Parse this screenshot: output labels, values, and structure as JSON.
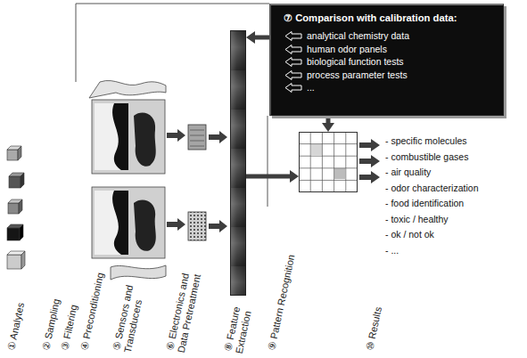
{
  "diagram": {
    "nodes": [
      {
        "text": [
          "⑦ Comparison with calibration data:",
          "analytical chemistry data",
          "human odor panels",
          "biological function tests",
          "process parameter tests",
          "..."
        ]
      },
      {
        "text": [
          "⑧ Feature Extraction"
        ]
      },
      {
        "text": [
          "⑨ Pattern Recognition"
        ]
      }
    ],
    "edges": [
      {
        "from": 0,
        "to": 1,
        "arrow": "to"
      },
      {
        "from": 0,
        "to": 2,
        "arrow": "to"
      },
      {
        "from": 1,
        "to": 2,
        "arrow": "to"
      }
    ],
    "labels": [
      "① Analytes",
      "② Sampling",
      "③ Filtering",
      "④ Preconditioning",
      "⑤ Sensors and Transducers",
      "⑥ Electronics and Data Pretreatment",
      "⑩ Results",
      "- specific molecules",
      "- combustible gases",
      "- air quality",
      "- odor characterization",
      "- food identification",
      "- toxic / healthy",
      "- ok / not ok",
      "- ..."
    ]
  }
}
